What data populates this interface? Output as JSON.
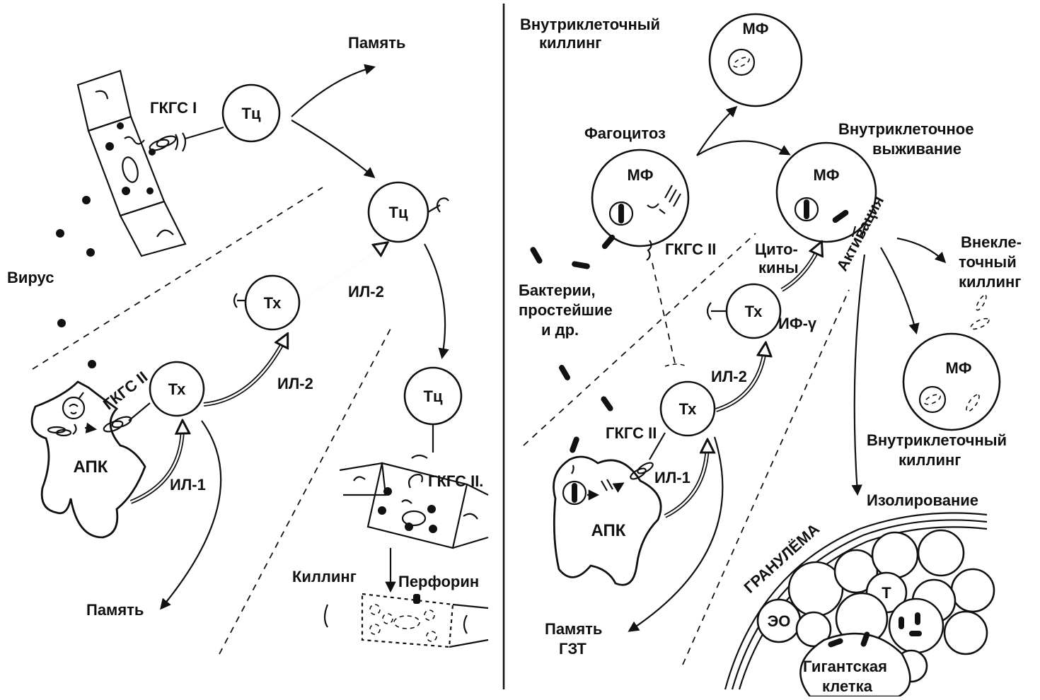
{
  "labels": {
    "memory_top": "Память",
    "mhc1": "ГКГС I",
    "virus": "Вирус",
    "mhc2_left": "ГКГС II",
    "apc_left": "АПК",
    "il1_left": "ИЛ-1",
    "il2_left_low": "ИЛ-2",
    "il2_left_up": "ИЛ-2",
    "memory_bottom": "Память",
    "mhc2_target": "ГКГС II.",
    "killing": "Киллинг",
    "perforin": "Перфорин",
    "intracellular_killing_top_1": "Внутриклеточный",
    "intracellular_killing_top_2": "киллинг",
    "phagocytosis": "Фагоцитоз",
    "intracellular_survival_1": "Внутриклеточное",
    "intracellular_survival_2": "выживание",
    "bacteria_1": "Бактерии,",
    "bacteria_2": "простейшие",
    "bacteria_3": "и др.",
    "mhc2_mf": "ГКГС II",
    "cytokines_1": "Цито-",
    "cytokines_2": "кины",
    "activation": "Активация",
    "extracellular_1": "Внекле-",
    "extracellular_2": "точный",
    "extracellular_3": "киллинг",
    "ifn": "ИФ-γ",
    "il2_right": "ИЛ-2",
    "mhc2_right": "ГКГС II",
    "il1_right": "ИЛ-1",
    "apc_right": "АПК",
    "intracellular_killing_right_1": "Внутриклеточный",
    "intracellular_killing_right_2": "киллинг",
    "isolation": "Изолирование",
    "granuloma": "ГРАНУЛЁМА",
    "memory_dth_1": "Память",
    "memory_dth_2": "ГЗТ",
    "giant_cell_1": "Гигантская",
    "giant_cell_2": "клетка"
  },
  "cells": {
    "tc": "Тц",
    "th": "Тх",
    "mf": "МФ",
    "t": "Т",
    "eo": "ЭО"
  }
}
